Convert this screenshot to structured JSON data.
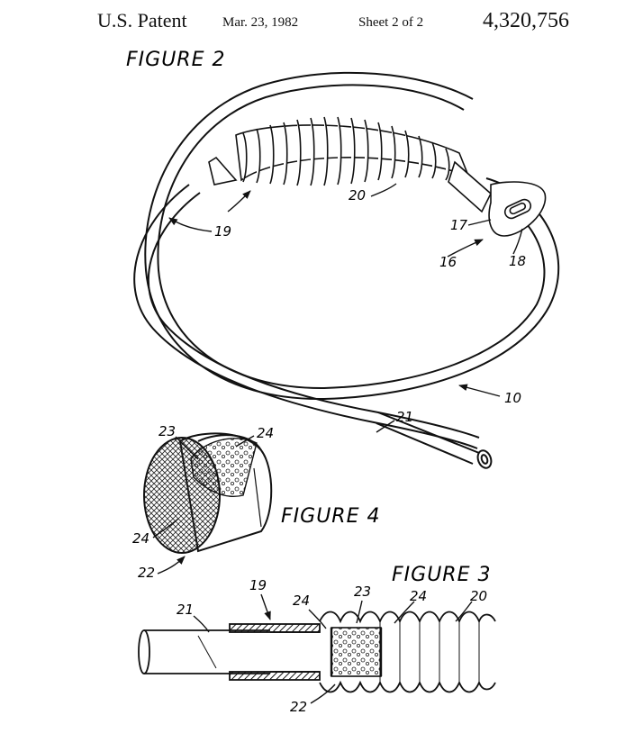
{
  "header": {
    "patent_label": "U.S. Patent",
    "date": "Mar. 23, 1982",
    "sheet": "Sheet 2 of 2",
    "patent_number": "4,320,756"
  },
  "figures": {
    "figure_2": {
      "label": "FIGURE 2",
      "refs": {
        "r10": "10",
        "r16": "16",
        "r17": "17",
        "r18": "18",
        "r19": "19",
        "r20": "20",
        "r21": "21"
      }
    },
    "figure_4": {
      "label": "FIGURE 4",
      "refs": {
        "r22": "22",
        "r23": "23",
        "r24a": "24",
        "r24b": "24"
      }
    },
    "figure_3": {
      "label": "FIGURE 3",
      "refs": {
        "r19": "19",
        "r20": "20",
        "r21": "21",
        "r22": "22",
        "r23": "23",
        "r24a": "24",
        "r24b": "24"
      }
    }
  }
}
